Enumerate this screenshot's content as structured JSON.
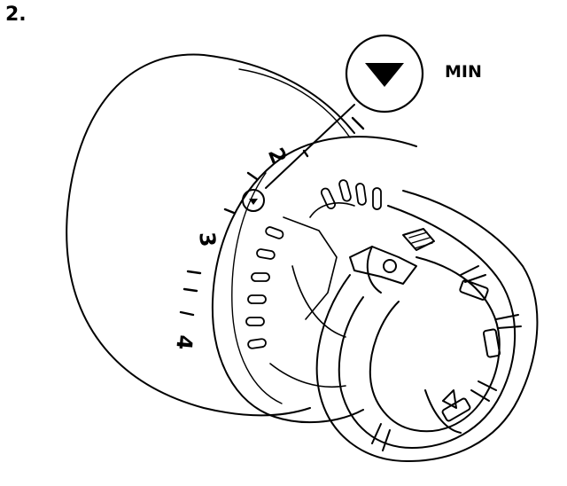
{
  "step": {
    "number": "2."
  },
  "callout": {
    "label": "MIN",
    "icon": "triangle-down-icon"
  },
  "scale": {
    "numbers": [
      "2",
      "3",
      "4"
    ]
  },
  "colors": {
    "stroke": "#000000",
    "background": "#ffffff"
  }
}
